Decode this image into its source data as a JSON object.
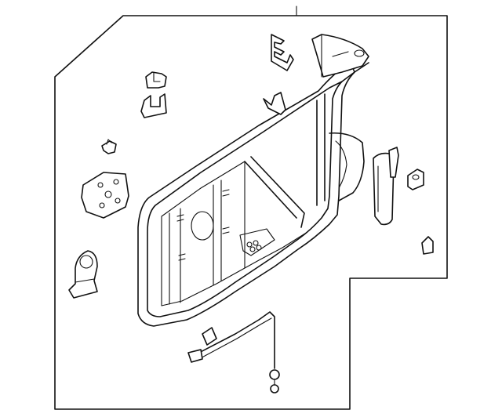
{
  "diagram": {
    "style": "parts-exploded-line-drawing",
    "stroke_color": "#111111",
    "background_color": "#ffffff",
    "parts": [
      "callout-leader",
      "mirror-frame",
      "pivot-cap",
      "mount-clip",
      "retainer-clip",
      "bracket-upper",
      "bracket-lower",
      "push-pin",
      "mount-plate",
      "motor-housing",
      "hinge-bar",
      "clip-small",
      "cap-nut",
      "actuator-cable"
    ]
  }
}
